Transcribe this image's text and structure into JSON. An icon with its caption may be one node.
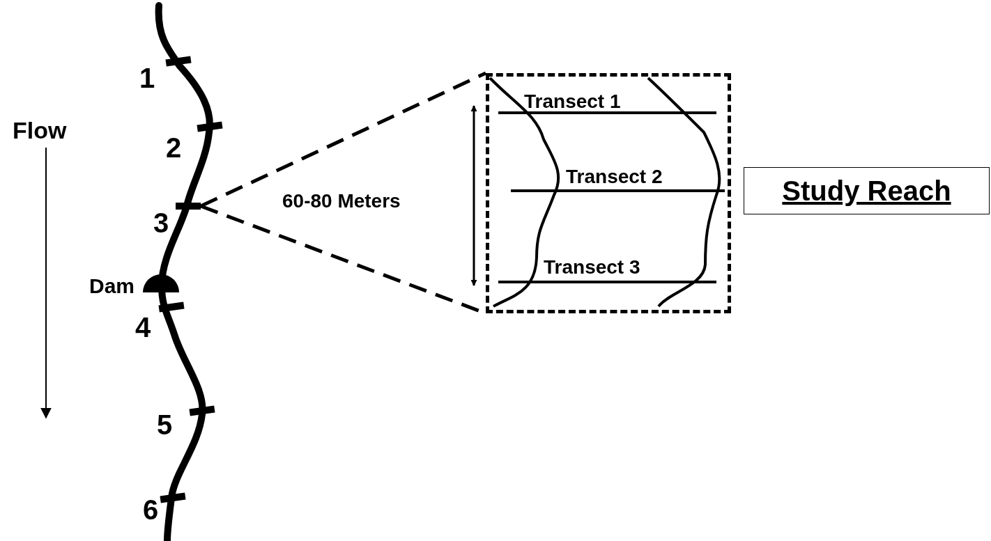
{
  "diagram": {
    "nodes": [
      {
        "text": [
          "Study Reach"
        ]
      },
      {
        "text": [],
        "shape": "box"
      },
      {
        "text": [],
        "shape": "bar"
      }
    ],
    "edges": [
      {
        "from": 2,
        "to": 1,
        "arrow": "none",
        "style": "dashed"
      },
      {
        "from": 2,
        "to": 1,
        "arrow": "none",
        "style": "dashed"
      }
    ],
    "labels": [
      "1",
      "Flow",
      "2",
      "Transect 1",
      "Transect 2",
      "3",
      "60-80 Meters",
      "Transect 3",
      "Dam",
      "4",
      "5",
      "6"
    ]
  }
}
